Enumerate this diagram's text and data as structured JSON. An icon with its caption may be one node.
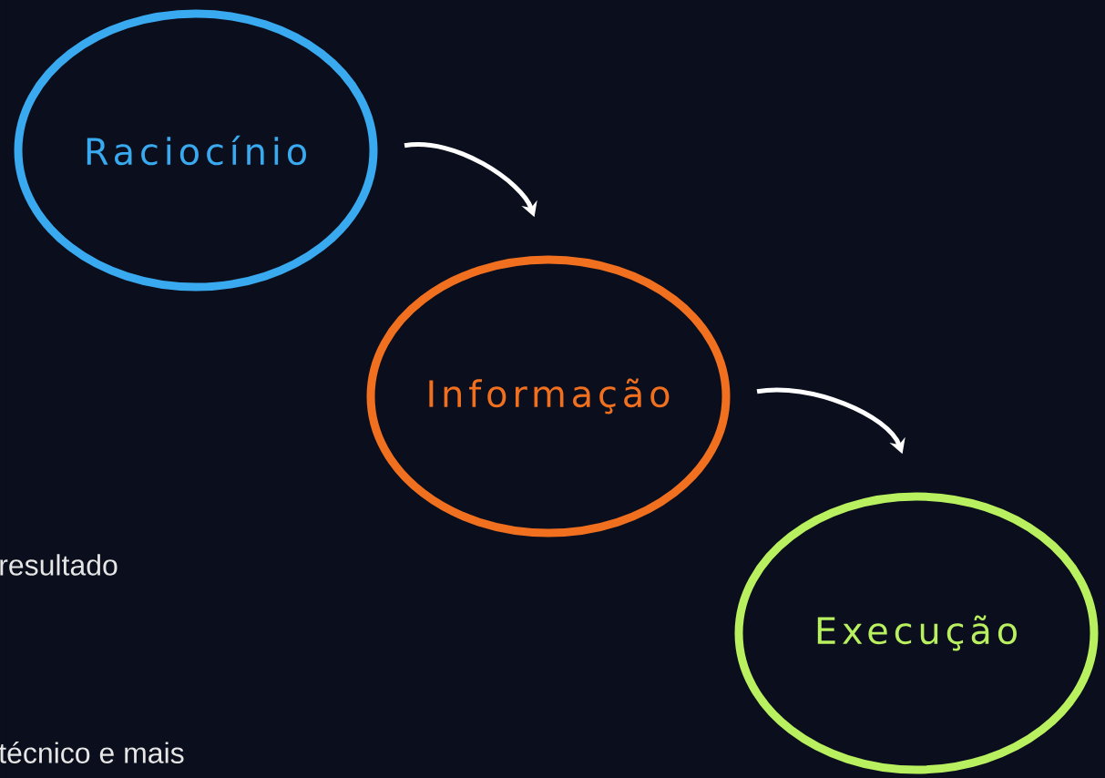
{
  "diagram": {
    "nodes": [
      {
        "text": [
          "Raciocínio"
        ]
      },
      {
        "text": [
          "Informação"
        ]
      },
      {
        "text": [
          "Execução"
        ]
      }
    ],
    "edges": [
      {
        "from": 0,
        "to": 1,
        "arrow": "to"
      },
      {
        "from": 1,
        "to": 2,
        "arrow": "to"
      }
    ],
    "labels": [
      "resultado",
      "técnico e mais"
    ]
  }
}
